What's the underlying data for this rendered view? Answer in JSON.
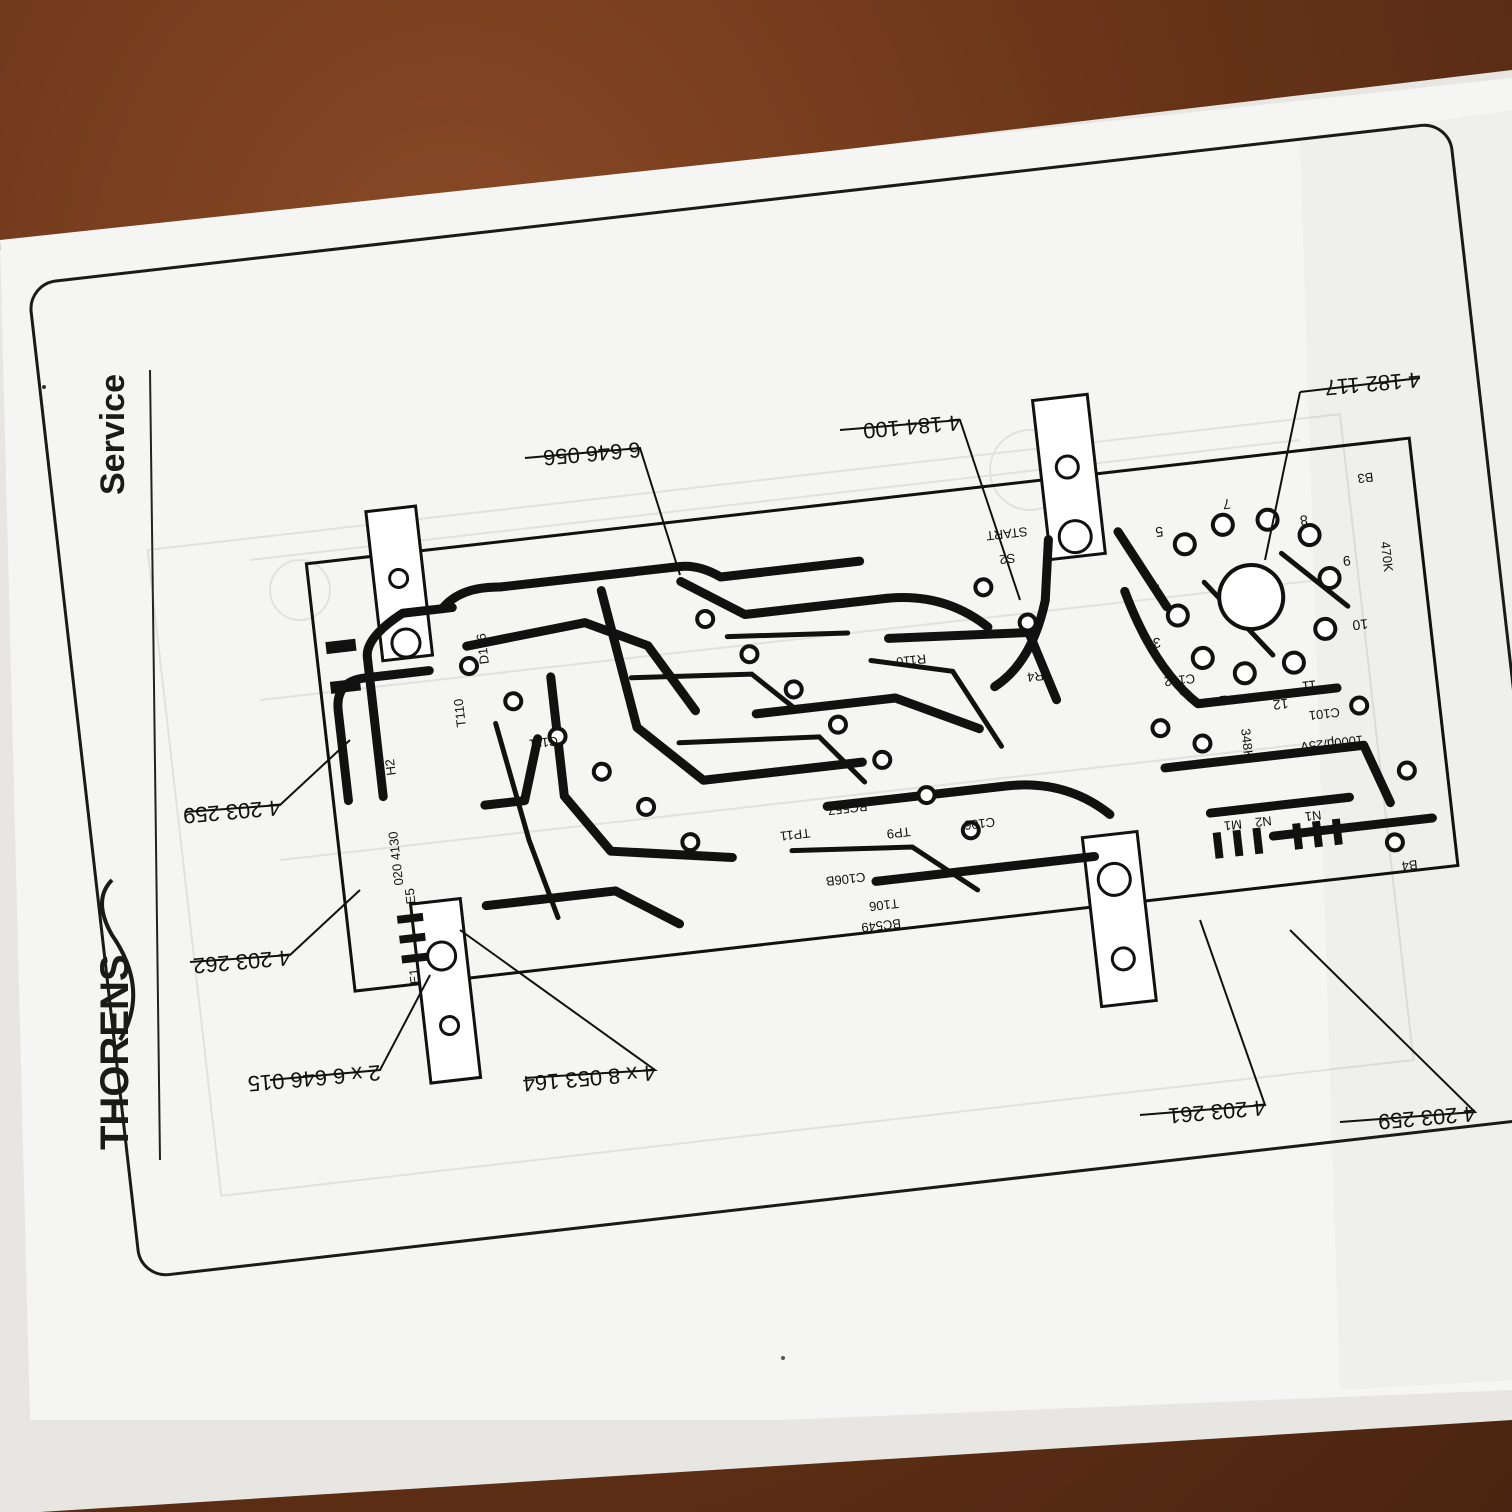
{
  "header": {
    "brand": "THORENS",
    "section": "Service"
  },
  "part_numbers": {
    "top_left": "6 646 056",
    "top_mid": "4 184 100",
    "top_right": "4 182 117",
    "left_upper": "4 203 259",
    "left_lower": "4 203 262",
    "bottom_1": "2 x 6 646 015",
    "bottom_2": "4 x 8 053 164",
    "bottom_3": "4 203 261",
    "bottom_4": "4 203 259"
  },
  "board_labels": {
    "s2": "S2",
    "start": "START",
    "c101": "C101",
    "cap_rating": "1000μ/25V",
    "h2": "H2",
    "e5": "E5",
    "e1": "E1",
    "n1": "N1",
    "n2": "N2",
    "m1": "M1",
    "b3": "B3",
    "b4": "B4",
    "r110": "R110",
    "c106": "C106",
    "c106b": "C106B",
    "t106": "T106",
    "bc549": "BC549",
    "bc557": "BC557",
    "tp11": "TP11",
    "tp9": "TP9",
    "t110": "T110",
    "c111": "C111",
    "c102": "C102",
    "d106": "D106",
    "r4": "R4",
    "code": "020 4130",
    "pin7": "7",
    "pin8": "8",
    "pin9": "9",
    "pin10": "10",
    "pin11": "11",
    "pin12": "12",
    "pin1": "1",
    "pin2": "2",
    "pin3": "3",
    "pin4": "4",
    "pin5": "5",
    "r470": "470K",
    "r348": "348K"
  },
  "colors": {
    "paper": "#f4f4f2",
    "ink": "#141414",
    "table": "#6a3519"
  }
}
